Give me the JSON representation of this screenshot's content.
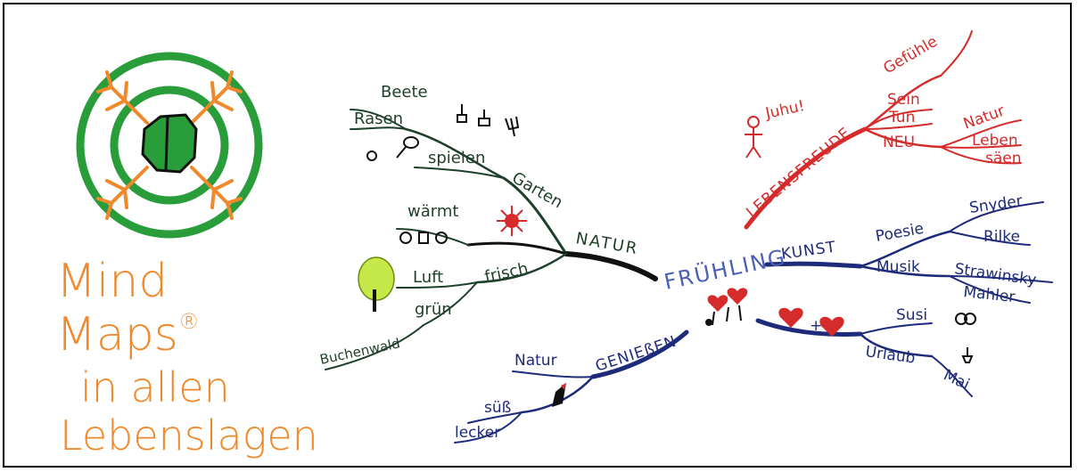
{
  "logo": {
    "title_line1": "Mind Maps",
    "registered": "®",
    "title_line2": "in allen",
    "title_line3": "Lebenslagen"
  },
  "colors": {
    "orange": "#f0892b",
    "green": "#2a9d3b",
    "dark_green": "#1f6b1f",
    "red": "#d52b2b",
    "blue": "#1e2a7a",
    "center_blue": "#4a5fb5",
    "black": "#111111"
  },
  "mindmap": {
    "center": "FRÜHLING",
    "natur": {
      "label": "NATUR",
      "garten": "Garten",
      "beete": "Beete",
      "rasen": "Rasen",
      "spielen": "spielen",
      "waermt": "wärmt",
      "frisch": "frisch",
      "luft": "Luft",
      "gruen": "grün",
      "buchenwald": "Buchenwald"
    },
    "lebensfreude": {
      "label": "LEBENSFREUDE",
      "juhu": "Juhu!",
      "gefuehle": "Gefühle",
      "sein": "Sein",
      "tun": "Tun",
      "neu": "NEU",
      "natur": "Natur",
      "leben": "Leben",
      "saeen": "säen"
    },
    "kunst": {
      "label": "KUNST",
      "poesie": "Poesie",
      "snyder": "Snyder",
      "rilke": "Rilke",
      "musik": "Musik",
      "strawinsky": "Strawinsky",
      "mahler": "Mahler"
    },
    "liebe": {
      "plus": "+",
      "susi": "Susi",
      "urlaub": "Urlaub",
      "mai": "Mai"
    },
    "geniessen": {
      "label": "GENIEßEN",
      "natur": "Natur",
      "suess": "süß",
      "lecker": "lecker"
    }
  }
}
